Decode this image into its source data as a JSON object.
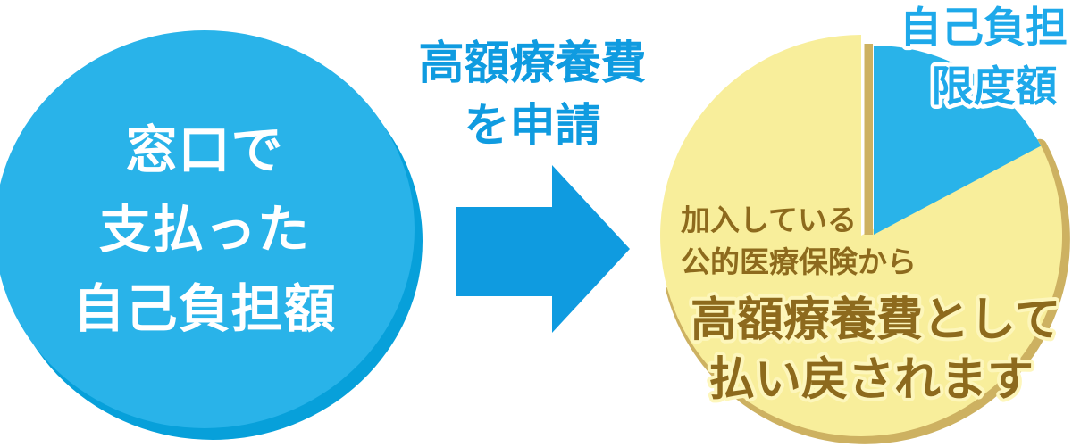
{
  "left_circle": {
    "lines": [
      "窓口で",
      "支払った",
      "自己負担額"
    ]
  },
  "arrow": {
    "label_lines": [
      "高額療養費",
      "を申請"
    ]
  },
  "pie": {
    "wedge_label_lines": [
      "自己負担",
      "限度額"
    ],
    "body_small_lines": [
      "加入している",
      "公的医療保険から"
    ],
    "body_large_lines": [
      "高額療養費として",
      "払い戻されます"
    ]
  },
  "colors": {
    "circle_blue": "#29b3e9",
    "circle_shadow_blue": "#07a0da",
    "arrow_blue": "#0f9be0",
    "heading_blue": "#0f9be0",
    "pie_yellow": "#f8ee9b",
    "pie_tan": "#cdb161",
    "pie_brown_text": "#8d6a1d",
    "pie_cream_outline": "#fdf6bb",
    "wedge_blue": "#29b3e9",
    "wedge_label_blue": "#1ea9ea",
    "wedge_label_outline": "#ffffff",
    "circle_text_white": "#ffffff"
  },
  "chart_data": {
    "type": "pie",
    "title": "",
    "start_angle": "12 o'clock, clockwise",
    "slices": [
      {
        "label": "自己負担限度額",
        "angle_deg": 62,
        "percent_est": 17,
        "color": "#29b3e9"
      },
      {
        "label": "加入している公的医療保険から高額療養費として払い戻されます",
        "angle_deg": 298,
        "percent_est": 83,
        "color": "#f8ee9b"
      }
    ],
    "legend_position": "labels-on-chart",
    "grid": false
  }
}
